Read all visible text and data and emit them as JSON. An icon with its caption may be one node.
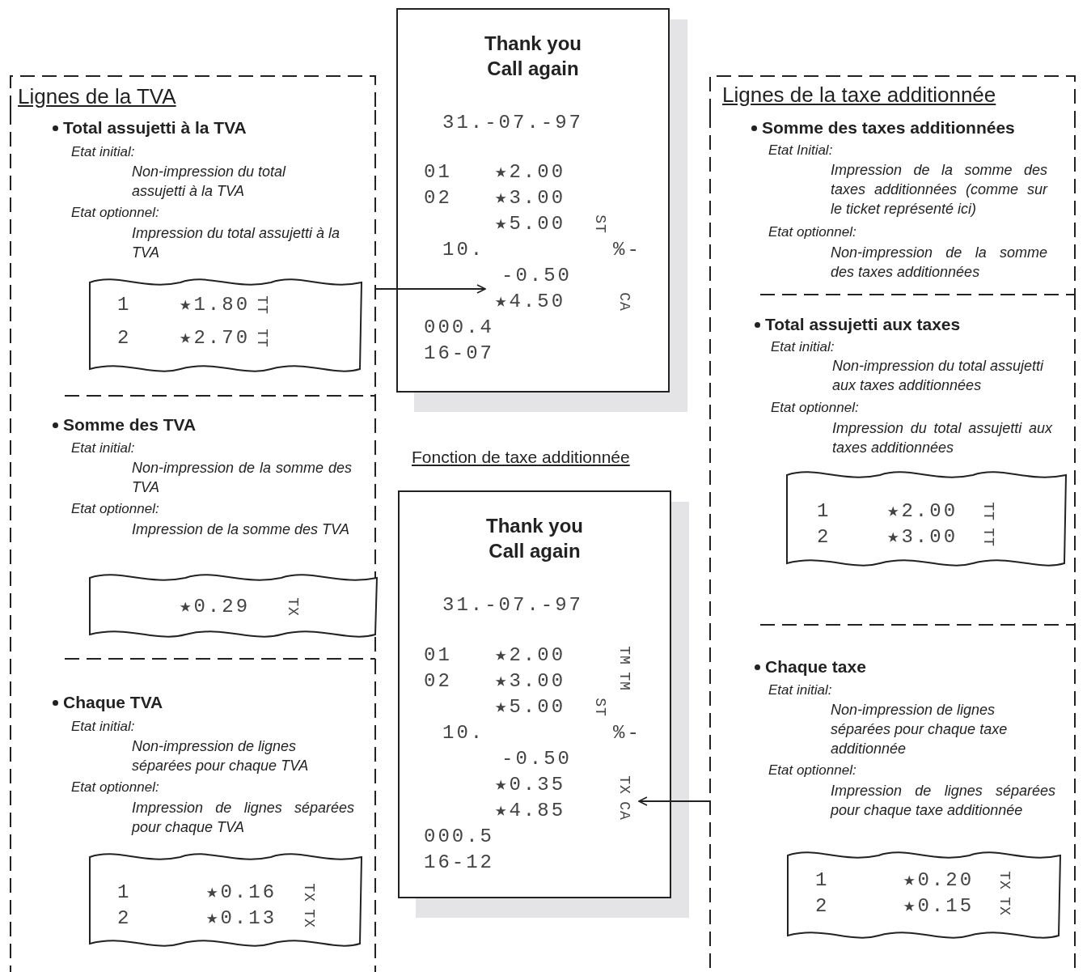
{
  "diagram": {
    "nodes": [
      {
        "text": [
          "Lignes de la TVA"
        ]
      },
      {
        "text": [
          "Total assujetti à la TVA",
          "Etat initial:",
          "Non-impression du total assujetti à la TVA",
          "Etat optionnel:",
          "Impression du total assujetti à la TVA"
        ],
        "in": 0
      },
      {
        "text": [
          "1",
          "★1.80",
          "TT",
          "2",
          "★2.70",
          "TT"
        ],
        "in": 1
      },
      {
        "text": [
          "Somme des TVA",
          "Etat initial:",
          "Non-impression de la somme des TVA",
          "Etat optionnel:",
          "Impression de la somme des TVA"
        ],
        "in": 0
      },
      {
        "text": [
          "★0.29",
          "TX"
        ],
        "in": 3
      },
      {
        "text": [
          "Chaque TVA",
          "Etat initial:",
          "Non-impression de lignes séparées pour chaque TVA",
          "Etat optionnel:",
          "Impression de lignes séparées pour chaque TVA"
        ],
        "in": 0
      },
      {
        "text": [
          "1",
          "★0.16",
          "TX",
          "2",
          "★0.13",
          "TX"
        ],
        "in": 5
      },
      {
        "text": [
          "Thank you Call again",
          "31.-07.-97",
          "01",
          "★2.00",
          "02",
          "★3.00",
          "★5.00",
          "ST",
          "10.",
          "%-",
          "-0.50",
          "★4.50",
          "CA",
          "000.4",
          "16-07"
        ]
      },
      {
        "text": [
          "Thank you Call again",
          "31.-07.-97",
          "01",
          "★2.00",
          "TM",
          "02",
          "★3.00",
          "TM",
          "★5.00",
          "ST",
          "10.",
          "%-",
          "-0.50",
          "★0.35",
          "TX",
          "★4.85",
          "CA",
          "000.5",
          "16-12"
        ],
        "beside": [
          "Fonction de taxe additionnée"
        ]
      },
      {
        "text": [
          "Lignes de la taxe additionnée"
        ]
      },
      {
        "text": [
          "Somme des taxes additionnées",
          "Etat Initial:",
          "Impression de la somme des taxes additionnées (comme sur le ticket représenté ici)",
          "Etat optionnel:",
          "Non-impression de la somme des taxes additionnées"
        ],
        "in": 9
      },
      {
        "text": [
          "Total assujetti aux taxes",
          "Etat initial:",
          "Non-impression du total assujetti aux taxes additionnées",
          "Etat optionnel:",
          "Impression du total assujetti aux taxes additionnées"
        ],
        "in": 9
      },
      {
        "text": [
          "1",
          "★2.00",
          "TT",
          "2",
          "★3.00",
          "TT"
        ],
        "in": 11
      },
      {
        "text": [
          "Chaque taxe",
          "Etat initial:",
          "Non-impression de lignes séparées pour chaque taxe additionnée",
          "Etat optionnel:",
          "Impression de lignes séparées pour chaque taxe additionnée"
        ],
        "in": 9
      },
      {
        "text": [
          "1",
          "★0.20",
          "TX",
          "2",
          "★0.15",
          "TX"
        ],
        "in": 13
      }
    ],
    "edges": [
      {
        "from": 1,
        "to": 7,
        "arrow": "to"
      },
      {
        "from": 13,
        "to": 8,
        "arrow": "to"
      }
    ]
  }
}
